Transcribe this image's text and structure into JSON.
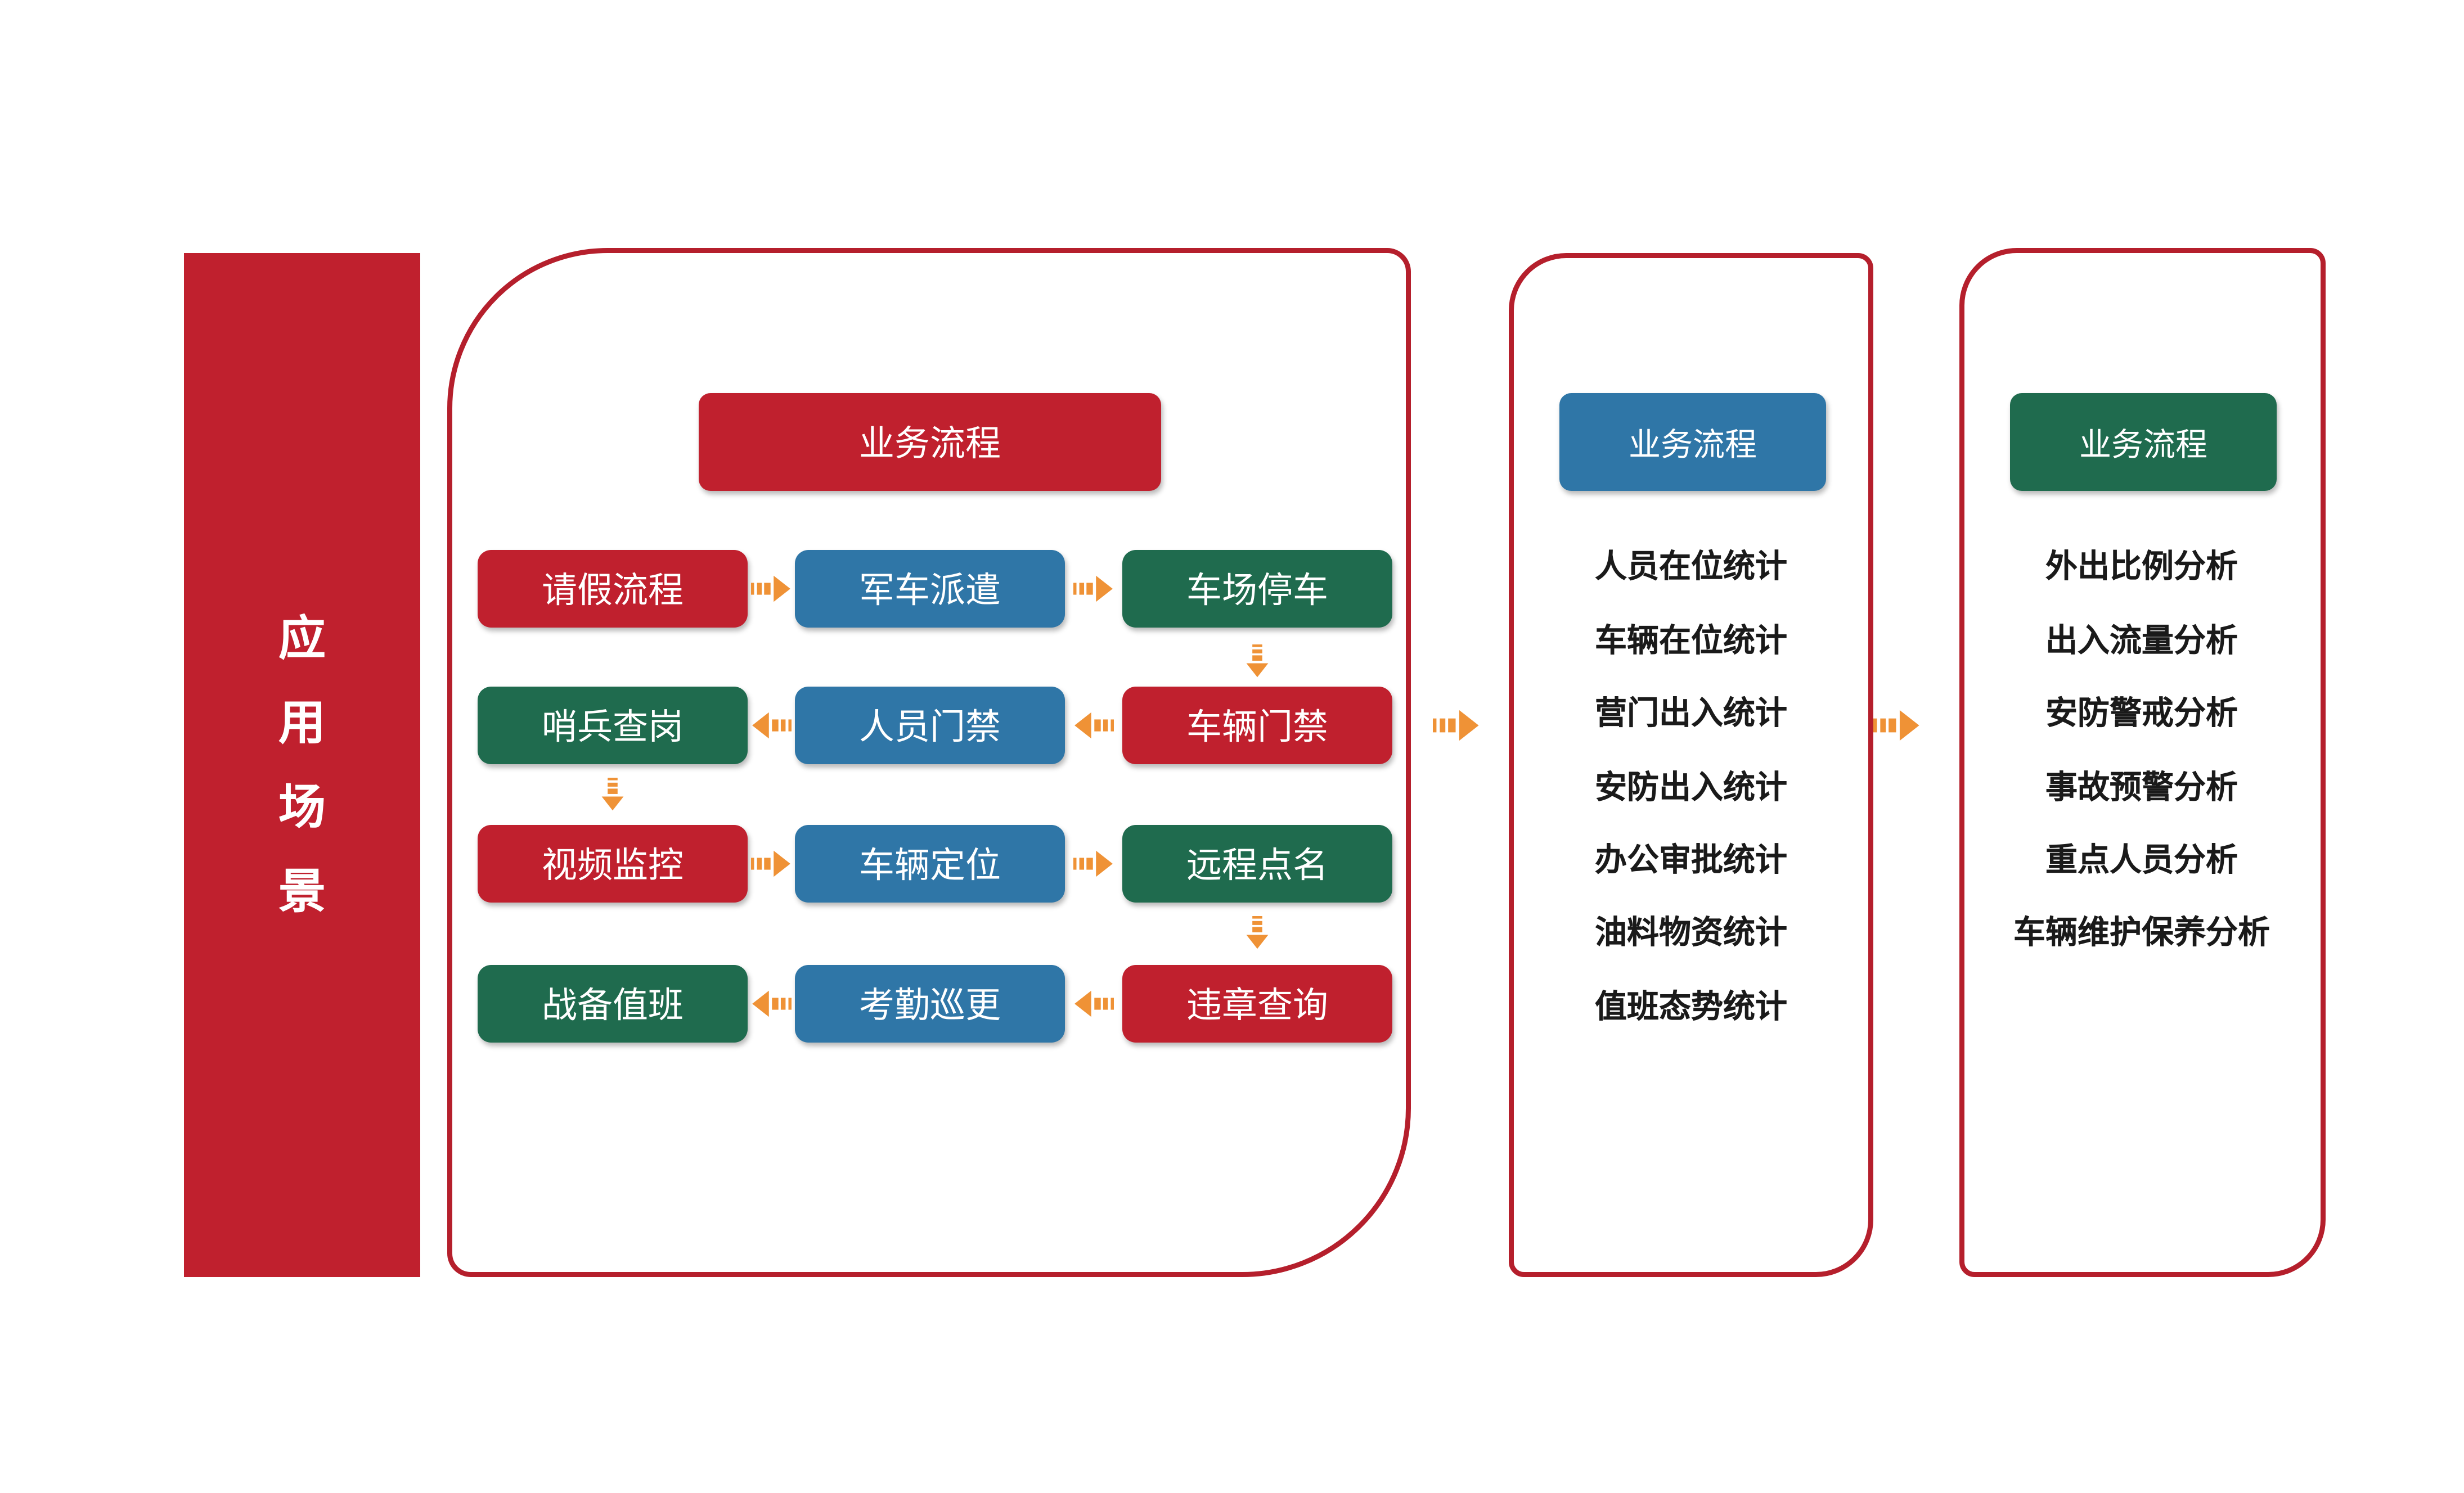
{
  "palette": {
    "red": "#C0202E",
    "blue": "#2F76A7",
    "green": "#1F6B4E",
    "orange": "#EF9236",
    "panel_border": "#B51F2C",
    "list_text": "#1A1A1A",
    "background": "#FFFFFF"
  },
  "sidebar": {
    "label": "应用场景",
    "chars": [
      "应",
      "用",
      "场",
      "景"
    ]
  },
  "panel1": {
    "header": "业务流程",
    "rows": [
      {
        "cells": [
          {
            "label": "请假流程",
            "color": "red"
          },
          {
            "label": "军车派遣",
            "color": "blue"
          },
          {
            "label": "车场停车",
            "color": "green"
          }
        ]
      },
      {
        "cells": [
          {
            "label": "哨兵查岗",
            "color": "green"
          },
          {
            "label": "人员门禁",
            "color": "blue"
          },
          {
            "label": "车辆门禁",
            "color": "red"
          }
        ]
      },
      {
        "cells": [
          {
            "label": "视频监控",
            "color": "red"
          },
          {
            "label": "车辆定位",
            "color": "blue"
          },
          {
            "label": "远程点名",
            "color": "green"
          }
        ]
      },
      {
        "cells": [
          {
            "label": "战备值班",
            "color": "green"
          },
          {
            "label": "考勤巡更",
            "color": "blue"
          },
          {
            "label": "违章查询",
            "color": "red"
          }
        ]
      }
    ]
  },
  "panel2": {
    "header": "业务流程",
    "items": [
      "人员在位统计",
      "车辆在位统计",
      "营门出入统计",
      "安防出入统计",
      "办公审批统计",
      "油料物资统计",
      "值班态势统计"
    ]
  },
  "panel3": {
    "header": "业务流程",
    "items": [
      "外出比例分析",
      "出入流量分析",
      "安防警戒分析",
      "事故预警分析",
      "重点人员分析",
      "车辆维护保养分析"
    ]
  }
}
